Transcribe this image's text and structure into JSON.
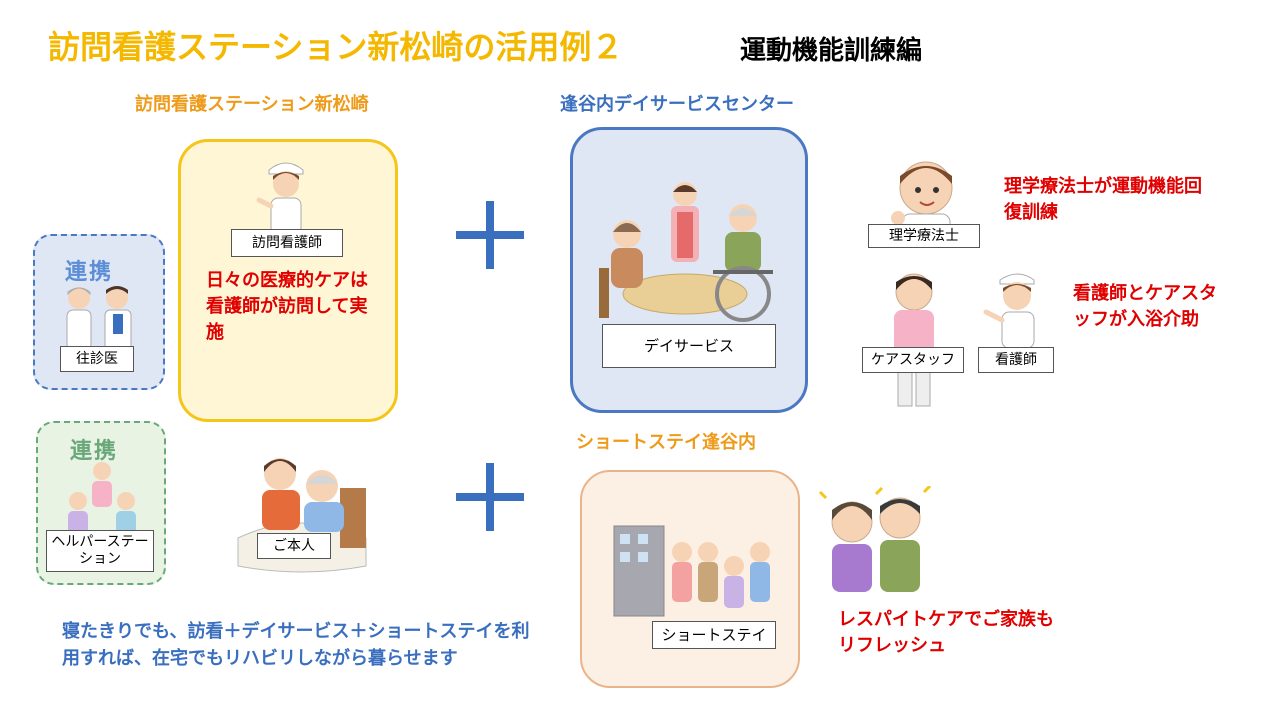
{
  "title": "訪問看護ステーション新松崎の活用例２",
  "subtitle": "運動機能訓練編",
  "left_heading": "訪問看護ステーション新松崎",
  "center_heading": "逢谷内デイサービスセンター",
  "short_stay_heading": "ショートステイ逢谷内",
  "renkei1": "連携",
  "renkei2": "連携",
  "doctor_label": "往診医",
  "nurse_visit_label": "訪問看護師",
  "nurse_visit_desc": "日々の医療的ケアは看護師が訪問して実施",
  "helper_label": "ヘルパーステーション",
  "patient_label": "ご本人",
  "day_service_label": "デイサービス",
  "pt_label": "理学療法士",
  "pt_desc": "理学療法士が運動機能回復訓練",
  "care_staff_label": "ケアスタッフ",
  "nurse_label": "看護師",
  "bath_desc": "看護師とケアスタッフが入浴介助",
  "short_stay_label": "ショートステイ",
  "respite_desc": "レスパイトケアでご家族もリフレッシュ",
  "summary": "寝たきりでも、訪看＋デイサービス＋ショートステイを利用すれば、在宅でもリハビリしながら暮らせます",
  "colors": {
    "title": "#f5b800",
    "orange_heading": "#ef9b1a",
    "blue_heading": "#3a6fbf",
    "red_text": "#e00000",
    "yellow_border": "#f5c518",
    "blue_border": "#4a78c2",
    "green_border": "#6aa87a",
    "peach_border": "#e9b48a",
    "plus": "#3a6fbf"
  }
}
